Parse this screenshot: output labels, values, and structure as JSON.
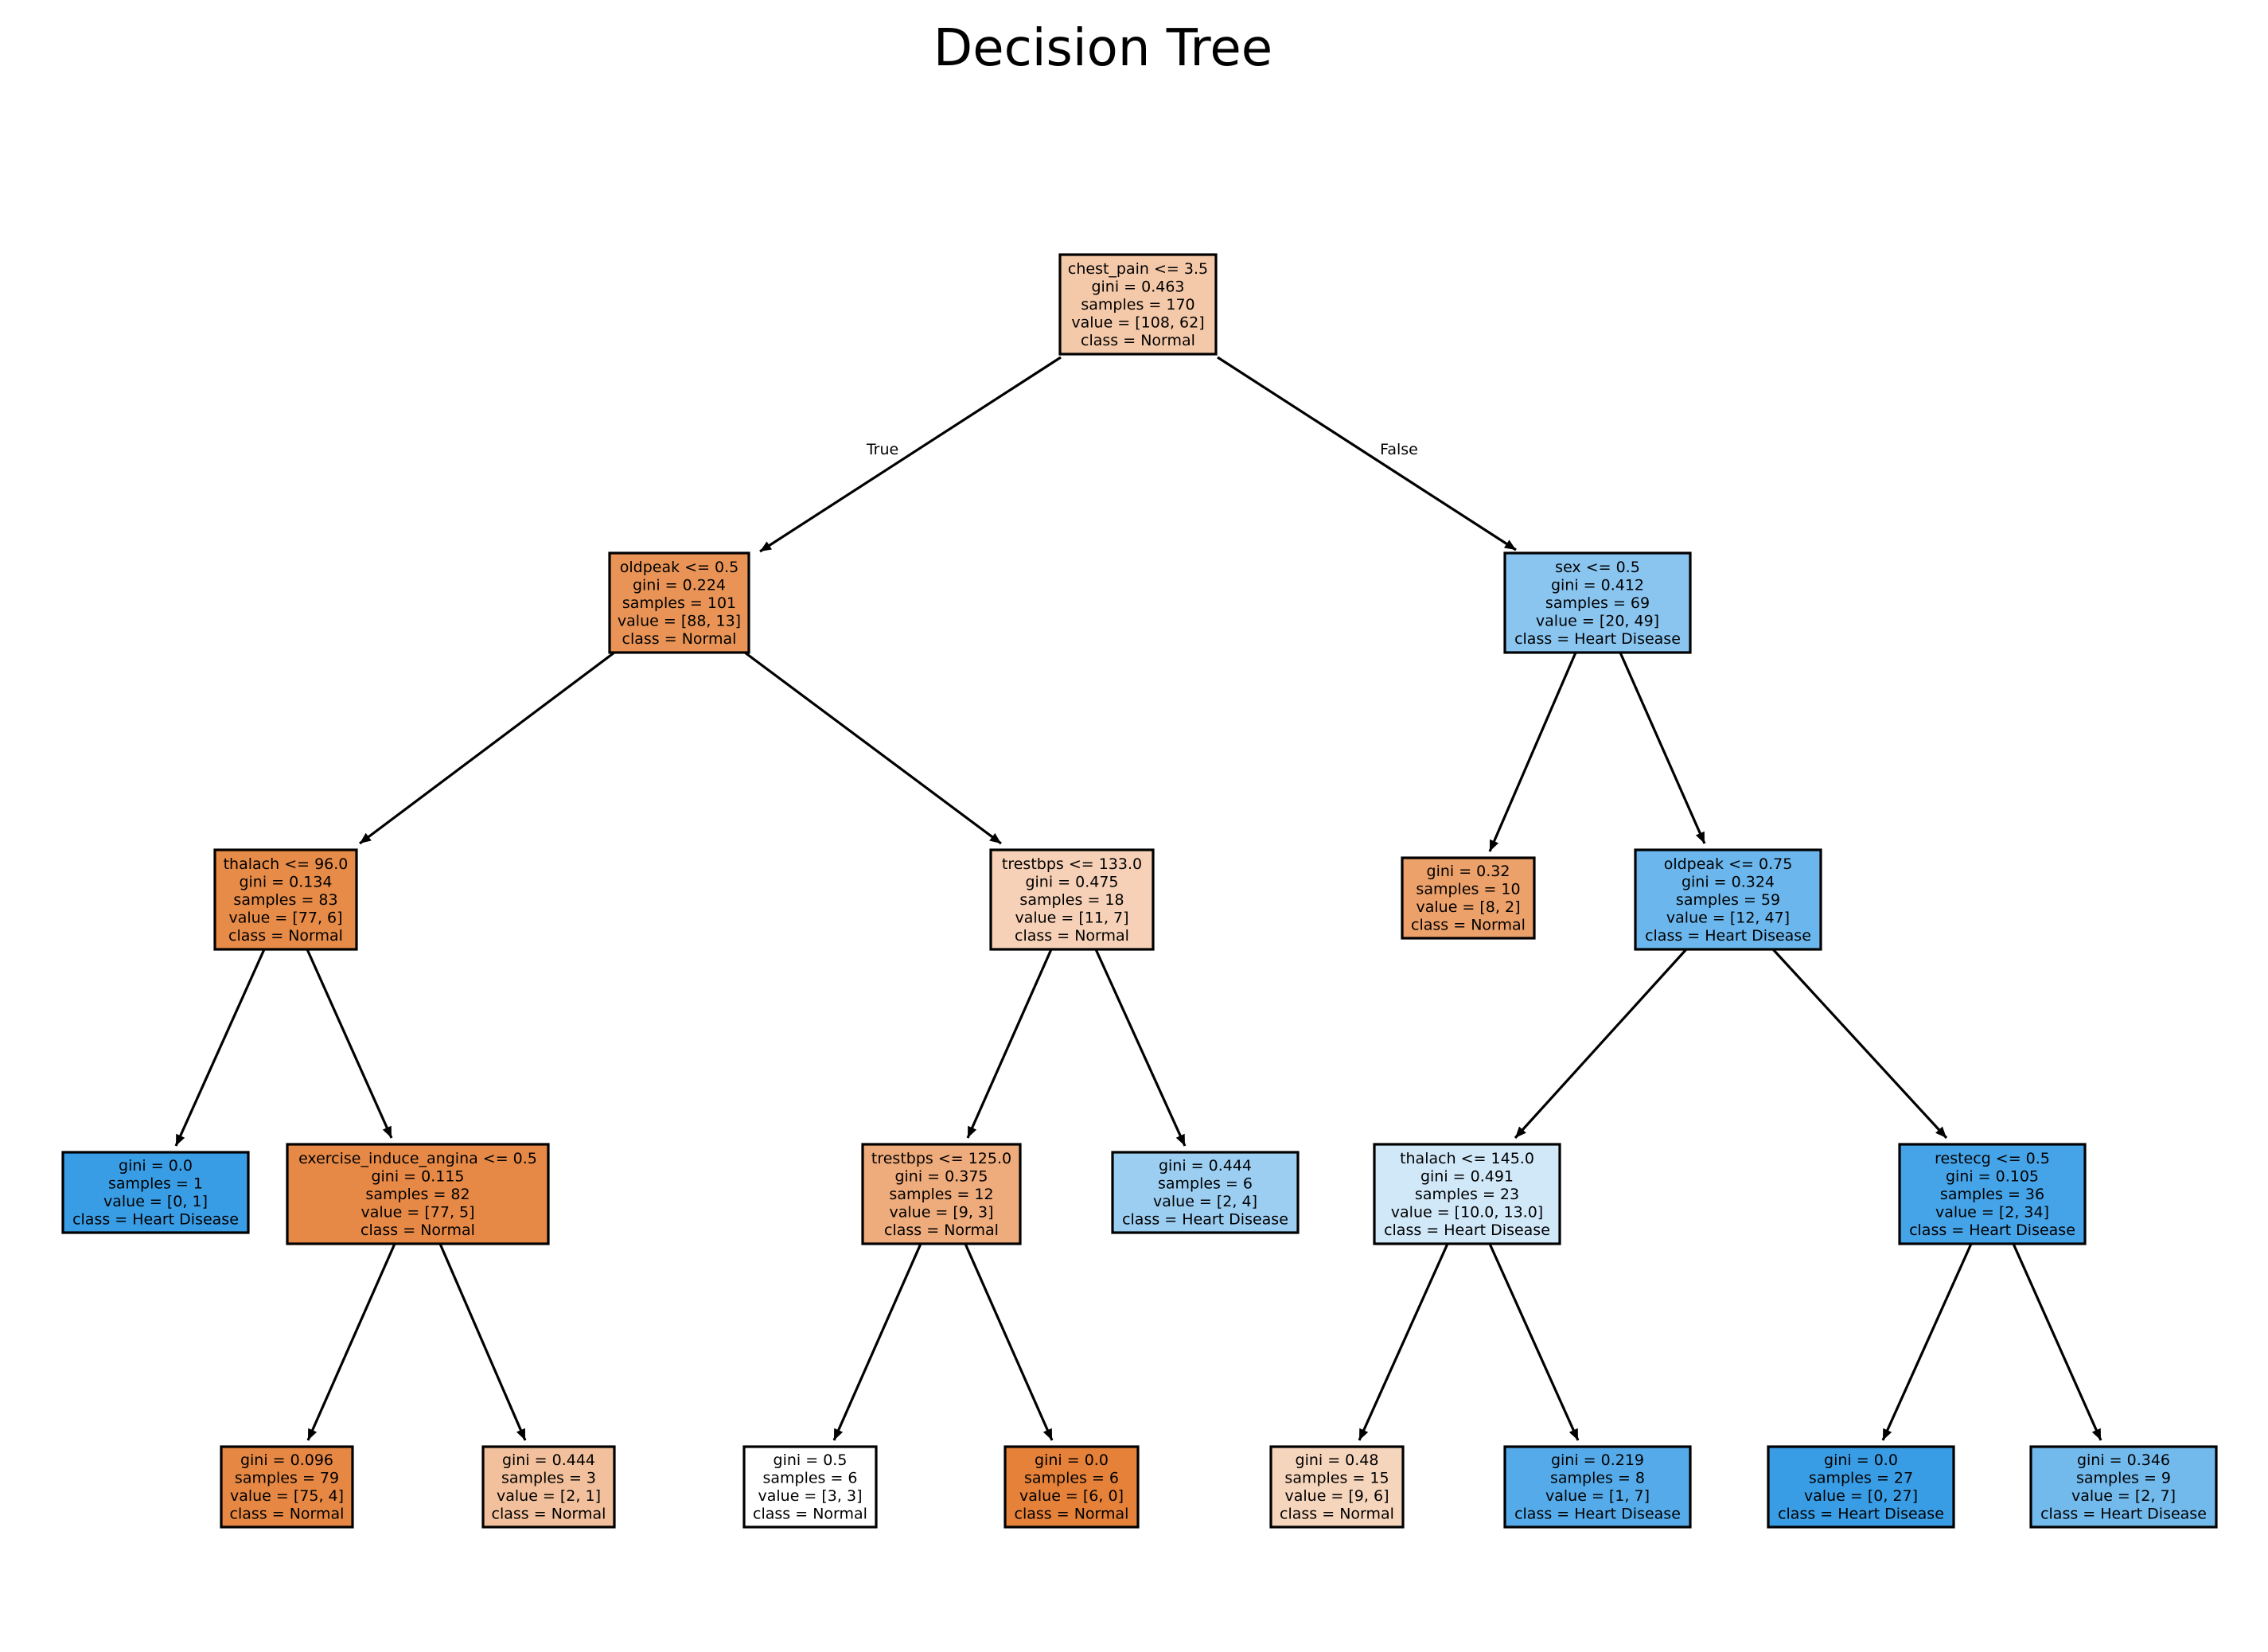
{
  "title": "Decision Tree",
  "colors": {
    "normal": "#e58139",
    "heart_disease": "#399de5",
    "stroke": "#000000"
  },
  "edge_labels": {
    "left": "True",
    "right": "False"
  },
  "nodes": [
    {
      "id": "n0",
      "lines": [
        "chest_pain <= 3.5",
        "gini = 0.463",
        "samples = 170",
        "value = [108, 62]",
        "class = Normal"
      ],
      "fill": "#f4c9aa"
    },
    {
      "id": "n1",
      "lines": [
        "oldpeak <= 0.5",
        "gini = 0.224",
        "samples = 101",
        "value = [88, 13]",
        "class = Normal"
      ],
      "fill": "#e99456"
    },
    {
      "id": "n2",
      "lines": [
        "thalach <= 96.0",
        "gini = 0.134",
        "samples = 83",
        "value = [77, 6]",
        "class = Normal"
      ],
      "fill": "#e78b48"
    },
    {
      "id": "n3",
      "lines": [
        "gini = 0.0",
        "samples = 1",
        "value = [0, 1]",
        "class = Heart Disease"
      ],
      "fill": "#399de5"
    },
    {
      "id": "n4",
      "lines": [
        "exercise_induce_angina <= 0.5",
        "gini = 0.115",
        "samples = 82",
        "value = [77, 5]",
        "class = Normal"
      ],
      "fill": "#e78946"
    },
    {
      "id": "n5",
      "lines": [
        "gini = 0.096",
        "samples = 79",
        "value = [75, 4]",
        "class = Normal"
      ],
      "fill": "#e68844"
    },
    {
      "id": "n6",
      "lines": [
        "gini = 0.444",
        "samples = 3",
        "value = [2, 1]",
        "class = Normal"
      ],
      "fill": "#f2c09c"
    },
    {
      "id": "n7",
      "lines": [
        "trestbps <= 133.0",
        "gini = 0.475",
        "samples = 18",
        "value = [11, 7]",
        "class = Normal"
      ],
      "fill": "#f6d1b7"
    },
    {
      "id": "n8",
      "lines": [
        "trestbps <= 125.0",
        "gini = 0.375",
        "samples = 12",
        "value = [9, 3]",
        "class = Normal"
      ],
      "fill": "#eeab7b"
    },
    {
      "id": "n9",
      "lines": [
        "gini = 0.5",
        "samples = 6",
        "value = [3, 3]",
        "class = Normal"
      ],
      "fill": "#ffffff"
    },
    {
      "id": "n10",
      "lines": [
        "gini = 0.0",
        "samples = 6",
        "value = [6, 0]",
        "class = Normal"
      ],
      "fill": "#e58139"
    },
    {
      "id": "n11",
      "lines": [
        "gini = 0.444",
        "samples = 6",
        "value = [2, 4]",
        "class = Heart Disease"
      ],
      "fill": "#9ccef2"
    },
    {
      "id": "n12",
      "lines": [
        "sex <= 0.5",
        "gini = 0.412",
        "samples = 69",
        "value = [20, 49]",
        "class = Heart Disease"
      ],
      "fill": "#8ac5f0"
    },
    {
      "id": "n13",
      "lines": [
        "gini = 0.32",
        "samples = 10",
        "value = [8, 2]",
        "class = Normal"
      ],
      "fill": "#eca06a"
    },
    {
      "id": "n14",
      "lines": [
        "oldpeak <= 0.75",
        "gini = 0.324",
        "samples = 59",
        "value = [12, 47]",
        "class = Heart Disease"
      ],
      "fill": "#6bb6ec"
    },
    {
      "id": "n15",
      "lines": [
        "thalach <= 145.0",
        "gini = 0.491",
        "samples = 23",
        "value = [10.0, 13.0]",
        "class = Heart Disease"
      ],
      "fill": "#d1e8f9"
    },
    {
      "id": "n16",
      "lines": [
        "gini = 0.48",
        "samples = 15",
        "value = [9, 6]",
        "class = Normal"
      ],
      "fill": "#f6d5bd"
    },
    {
      "id": "n17",
      "lines": [
        "gini = 0.219",
        "samples = 8",
        "value = [1, 7]",
        "class = Heart Disease"
      ],
      "fill": "#55abe9"
    },
    {
      "id": "n18",
      "lines": [
        "restecg <= 0.5",
        "gini = 0.105",
        "samples = 36",
        "value = [2, 34]",
        "class = Heart Disease"
      ],
      "fill": "#45a3e7"
    },
    {
      "id": "n19",
      "lines": [
        "gini = 0.0",
        "samples = 27",
        "value = [0, 27]",
        "class = Heart Disease"
      ],
      "fill": "#399de5"
    },
    {
      "id": "n20",
      "lines": [
        "gini = 0.346",
        "samples = 9",
        "value = [2, 7]",
        "class = Heart Disease"
      ],
      "fill": "#72b9ec"
    }
  ],
  "edges": [
    [
      "n0",
      "n1"
    ],
    [
      "n0",
      "n12"
    ],
    [
      "n1",
      "n2"
    ],
    [
      "n1",
      "n7"
    ],
    [
      "n2",
      "n3"
    ],
    [
      "n2",
      "n4"
    ],
    [
      "n4",
      "n5"
    ],
    [
      "n4",
      "n6"
    ],
    [
      "n7",
      "n8"
    ],
    [
      "n7",
      "n11"
    ],
    [
      "n8",
      "n9"
    ],
    [
      "n8",
      "n10"
    ],
    [
      "n12",
      "n13"
    ],
    [
      "n12",
      "n14"
    ],
    [
      "n14",
      "n15"
    ],
    [
      "n14",
      "n18"
    ],
    [
      "n15",
      "n16"
    ],
    [
      "n15",
      "n17"
    ],
    [
      "n18",
      "n19"
    ],
    [
      "n18",
      "n20"
    ]
  ]
}
